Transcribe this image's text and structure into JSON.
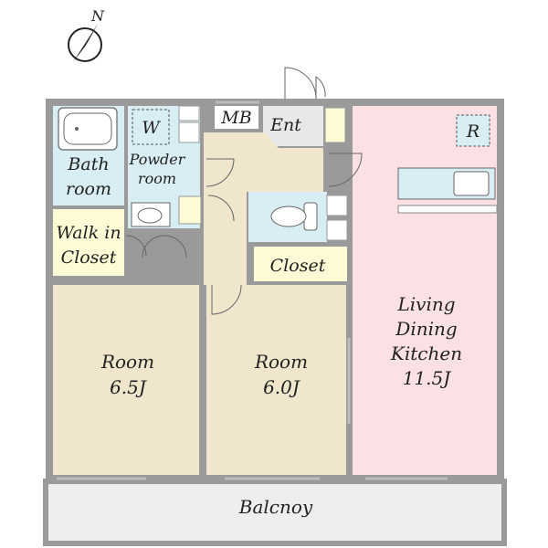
{
  "compass": {
    "label": "N"
  },
  "rooms": {
    "bath": {
      "line1": "Bath",
      "line2": "room"
    },
    "washer": {
      "label": "W"
    },
    "powder": {
      "line1": "Powder",
      "line2": "room"
    },
    "meter_box": {
      "label": "MB"
    },
    "entrance": {
      "label": "Ent"
    },
    "fridge": {
      "label": "R"
    },
    "walk_in_closet": {
      "line1": "Walk in",
      "line2": "Closet"
    },
    "closet": {
      "label": "Closet"
    },
    "room_west": {
      "line1": "Room",
      "line2": "6.5J"
    },
    "room_center": {
      "line1": "Room",
      "line2": "6.0J"
    },
    "ldk": {
      "line1": "Living",
      "line2": "Dining",
      "line3": "Kitchen",
      "line4": "11.5J"
    },
    "balcony": {
      "label": "Balcnoy"
    }
  },
  "colors": {
    "wall": "#9a9a9a",
    "room_tan": "#efe6cc",
    "ldk_pink": "#fbe1e4",
    "wet_blue": "#d8eef4",
    "closet_yellow": "#fcfbd6",
    "balcony_gray": "#eeeeee"
  }
}
